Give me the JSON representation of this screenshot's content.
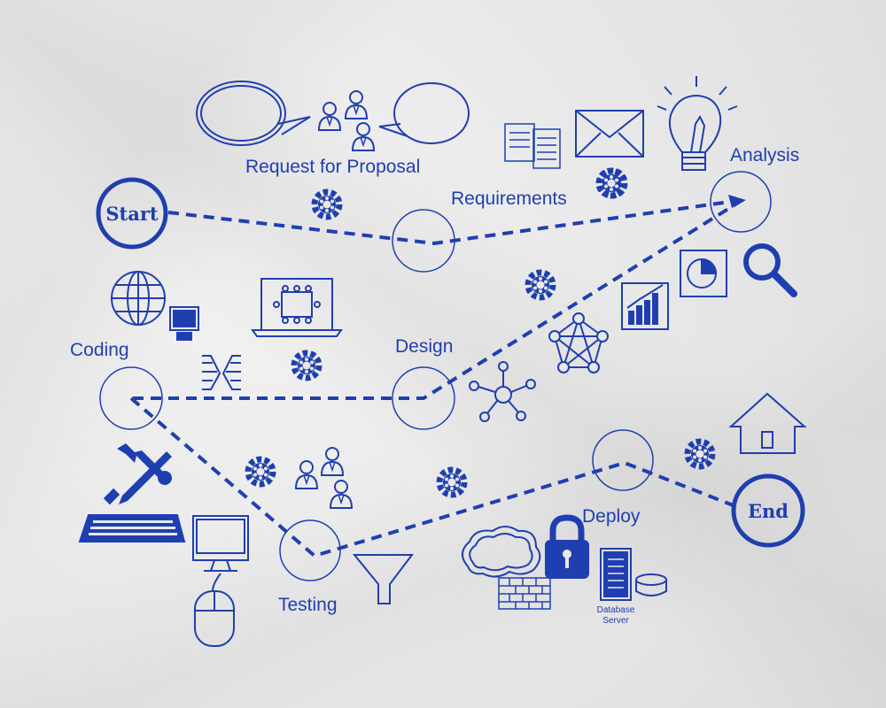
{
  "colors": {
    "ink": "#1f3fb0",
    "paper": "#e8e8e8"
  },
  "terminals": {
    "start": "Start",
    "end": "End"
  },
  "stages": {
    "request_for_proposal": "Request for Proposal",
    "requirements": "Requirements",
    "analysis": "Analysis",
    "coding": "Coding",
    "design": "Design",
    "testing": "Testing",
    "deploy": "Deploy"
  },
  "icons": {
    "database_server_label_line1": "Database",
    "database_server_label_line2": "Server"
  },
  "icon_names": [
    "speech-bubble-icon",
    "people-icon",
    "gear-icon",
    "documents-icon",
    "envelope-icon",
    "lightbulb-icon",
    "globe-icon",
    "monitor-icon",
    "laptop-meeting-icon",
    "network-icon",
    "bar-chart-icon",
    "pie-chart-icon",
    "magnifier-icon",
    "house-icon",
    "tools-icon",
    "keyboard-icon",
    "mouse-icon",
    "funnel-icon",
    "cloud-icon",
    "padlock-icon",
    "server-icon",
    "database-icon",
    "brick-wall-icon",
    "circuit-icon"
  ]
}
